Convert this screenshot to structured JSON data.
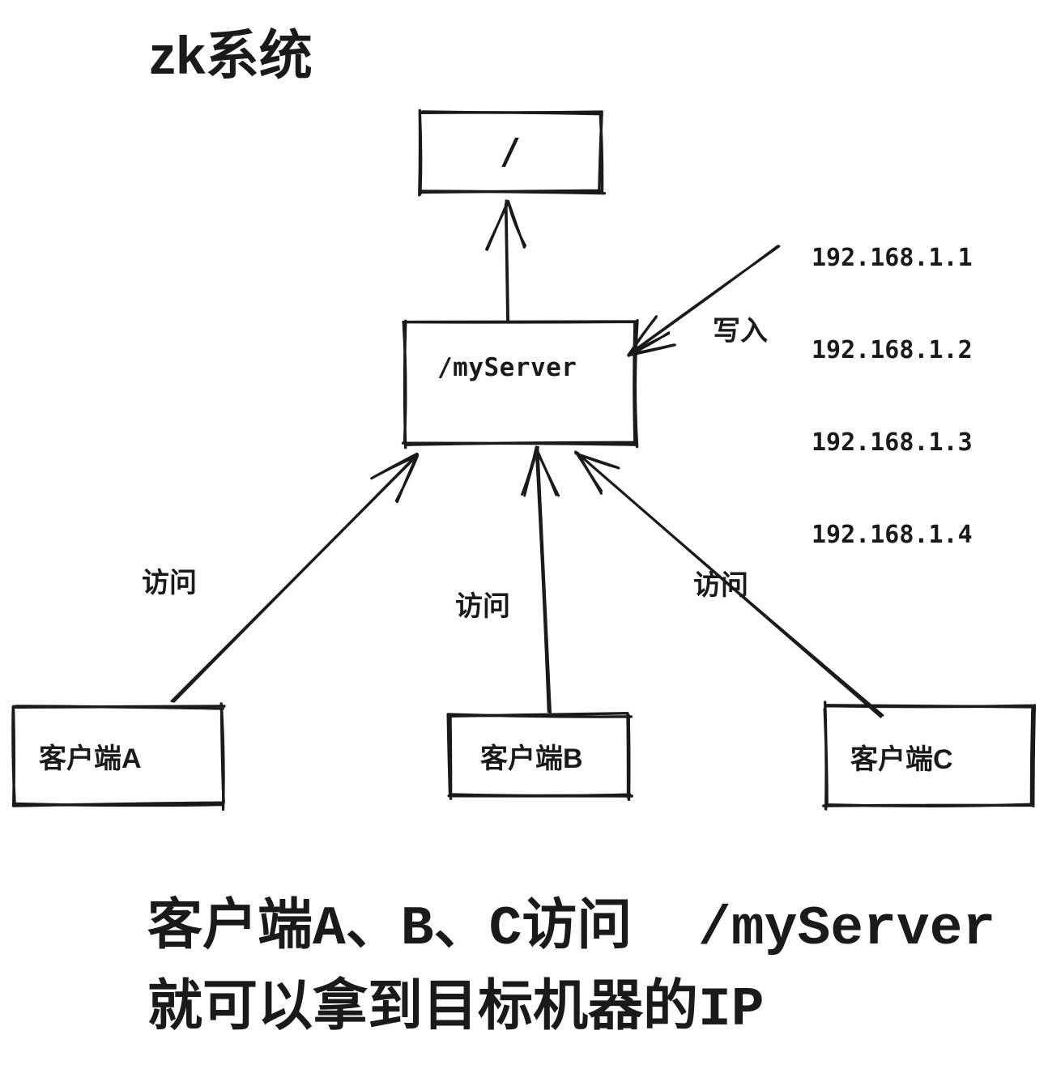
{
  "title": "zk系统",
  "nodes": {
    "root": {
      "label": "/"
    },
    "myserver": {
      "label": "/myServer"
    },
    "client_a": {
      "label": "客户端A"
    },
    "client_b": {
      "label": "客户端B"
    },
    "client_c": {
      "label": "客户端C"
    }
  },
  "ip_list": [
    "192.168.1.1",
    "192.168.1.2",
    "192.168.1.3",
    "192.168.1.4"
  ],
  "edge_labels": {
    "write": "写入",
    "access_a": "访问",
    "access_b": "访问",
    "access_c": "访问"
  },
  "caption": {
    "line1": "客户端A、B、C访问  /myServer",
    "line2": "就可以拿到目标机器的IP"
  },
  "colors": {
    "ink": "#1a1a1a",
    "background": "#ffffff"
  }
}
